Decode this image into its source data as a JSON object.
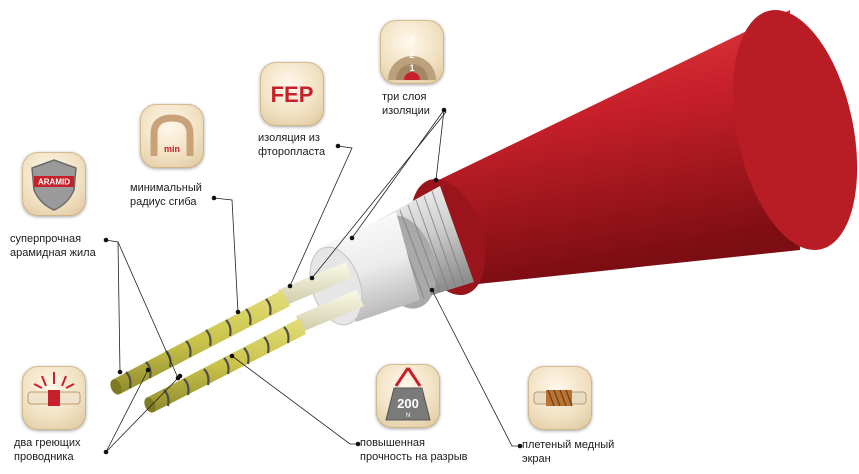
{
  "labels": {
    "aramid": [
      "суперпрочная",
      "арамидная жила"
    ],
    "bend_radius": [
      "минимальный",
      "радиус сгиба"
    ],
    "fep": [
      "изоляция из",
      "фторопласта"
    ],
    "three_layers": [
      "три слоя",
      "изоляции"
    ],
    "heating_wires": [
      "два греющих",
      "проводника"
    ],
    "tensile": [
      "повышенная",
      "прочность на разрыв"
    ],
    "copper_screen": [
      "плетеный медный",
      "экран"
    ]
  },
  "badges": {
    "aramid_text": "ARAMID",
    "fep_text": "FEP",
    "min_text": "min",
    "layers": [
      "3",
      "2",
      "1"
    ],
    "weight_value": "200",
    "weight_unit": "N"
  },
  "colors": {
    "jacket": "#c8202a",
    "conductor": "#c9c34a",
    "fep_red": "#c8202a",
    "badge_bg": "#f1e1c2"
  }
}
